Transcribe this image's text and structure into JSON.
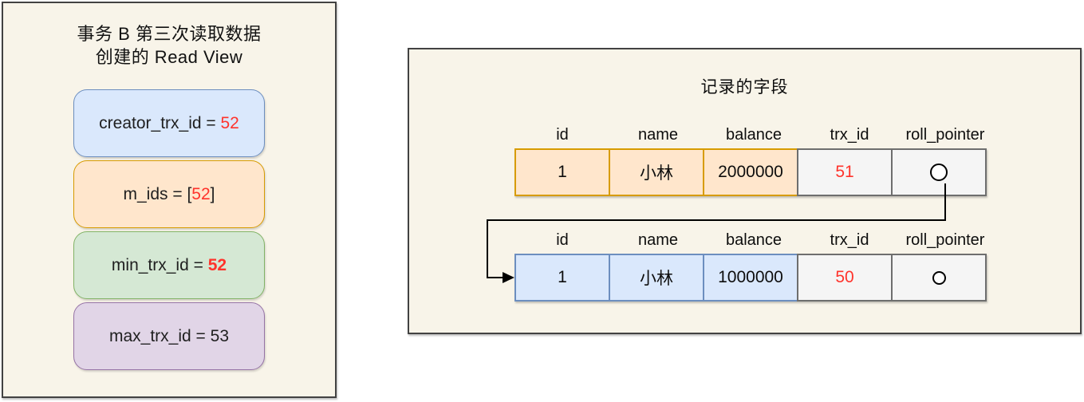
{
  "colors": {
    "canvas_bg": "#ffffff",
    "panel_bg": "#f8f4e9",
    "panel_border": "#424242",
    "red_text": "#ff332b",
    "dark_text": "#1a1a1a",
    "arrow": "#000000",
    "blue_fill": "#dae8fc",
    "blue_stroke": "#6c8ebf",
    "orange_fill": "#ffe6cc",
    "orange_stroke": "#d79b00",
    "green_fill": "#d5e8d4",
    "green_stroke": "#82b366",
    "purple_fill": "#e1d5e7",
    "purple_stroke": "#9673a6",
    "gray_fill": "#f5f5f5",
    "gray_stroke": "#6e6e6e"
  },
  "left_panel": {
    "title_line1": "事务 B 第三次读取数据",
    "title_line2": "创建的 Read View",
    "boxes": [
      {
        "label": "creator_trx_id",
        "prefix": "creator_trx_id = ",
        "value": "52",
        "suffix": "",
        "fill": "#dae8fc",
        "stroke": "#6c8ebf"
      },
      {
        "label": "m_ids",
        "prefix": "m_ids = [",
        "value": "52",
        "suffix": "]",
        "fill": "#ffe6cc",
        "stroke": "#d79b00"
      },
      {
        "label": "min_trx_id",
        "prefix": "min_trx_id = ",
        "value": "52",
        "suffix": "",
        "fill": "#d5e8d4",
        "stroke": "#82b366"
      },
      {
        "label": "max_trx_id",
        "prefix": "max_trx_id = 53",
        "value": "",
        "suffix": "",
        "fill": "#e1d5e7",
        "stroke": "#9673a6"
      }
    ]
  },
  "right_panel": {
    "title": "记录的字段",
    "columns": [
      "id",
      "name",
      "balance",
      "trx_id",
      "roll_pointer"
    ],
    "rows": [
      {
        "id": "1",
        "name": "小林",
        "balance": "2000000",
        "trx_id": "51",
        "roll_pointer": "circle",
        "fill": "#ffe6cc",
        "stroke": "#d79b00"
      },
      {
        "id": "1",
        "name": "小林",
        "balance": "1000000",
        "trx_id": "50",
        "roll_pointer": "circle",
        "fill": "#dae8fc",
        "stroke": "#6c8ebf"
      }
    ]
  }
}
